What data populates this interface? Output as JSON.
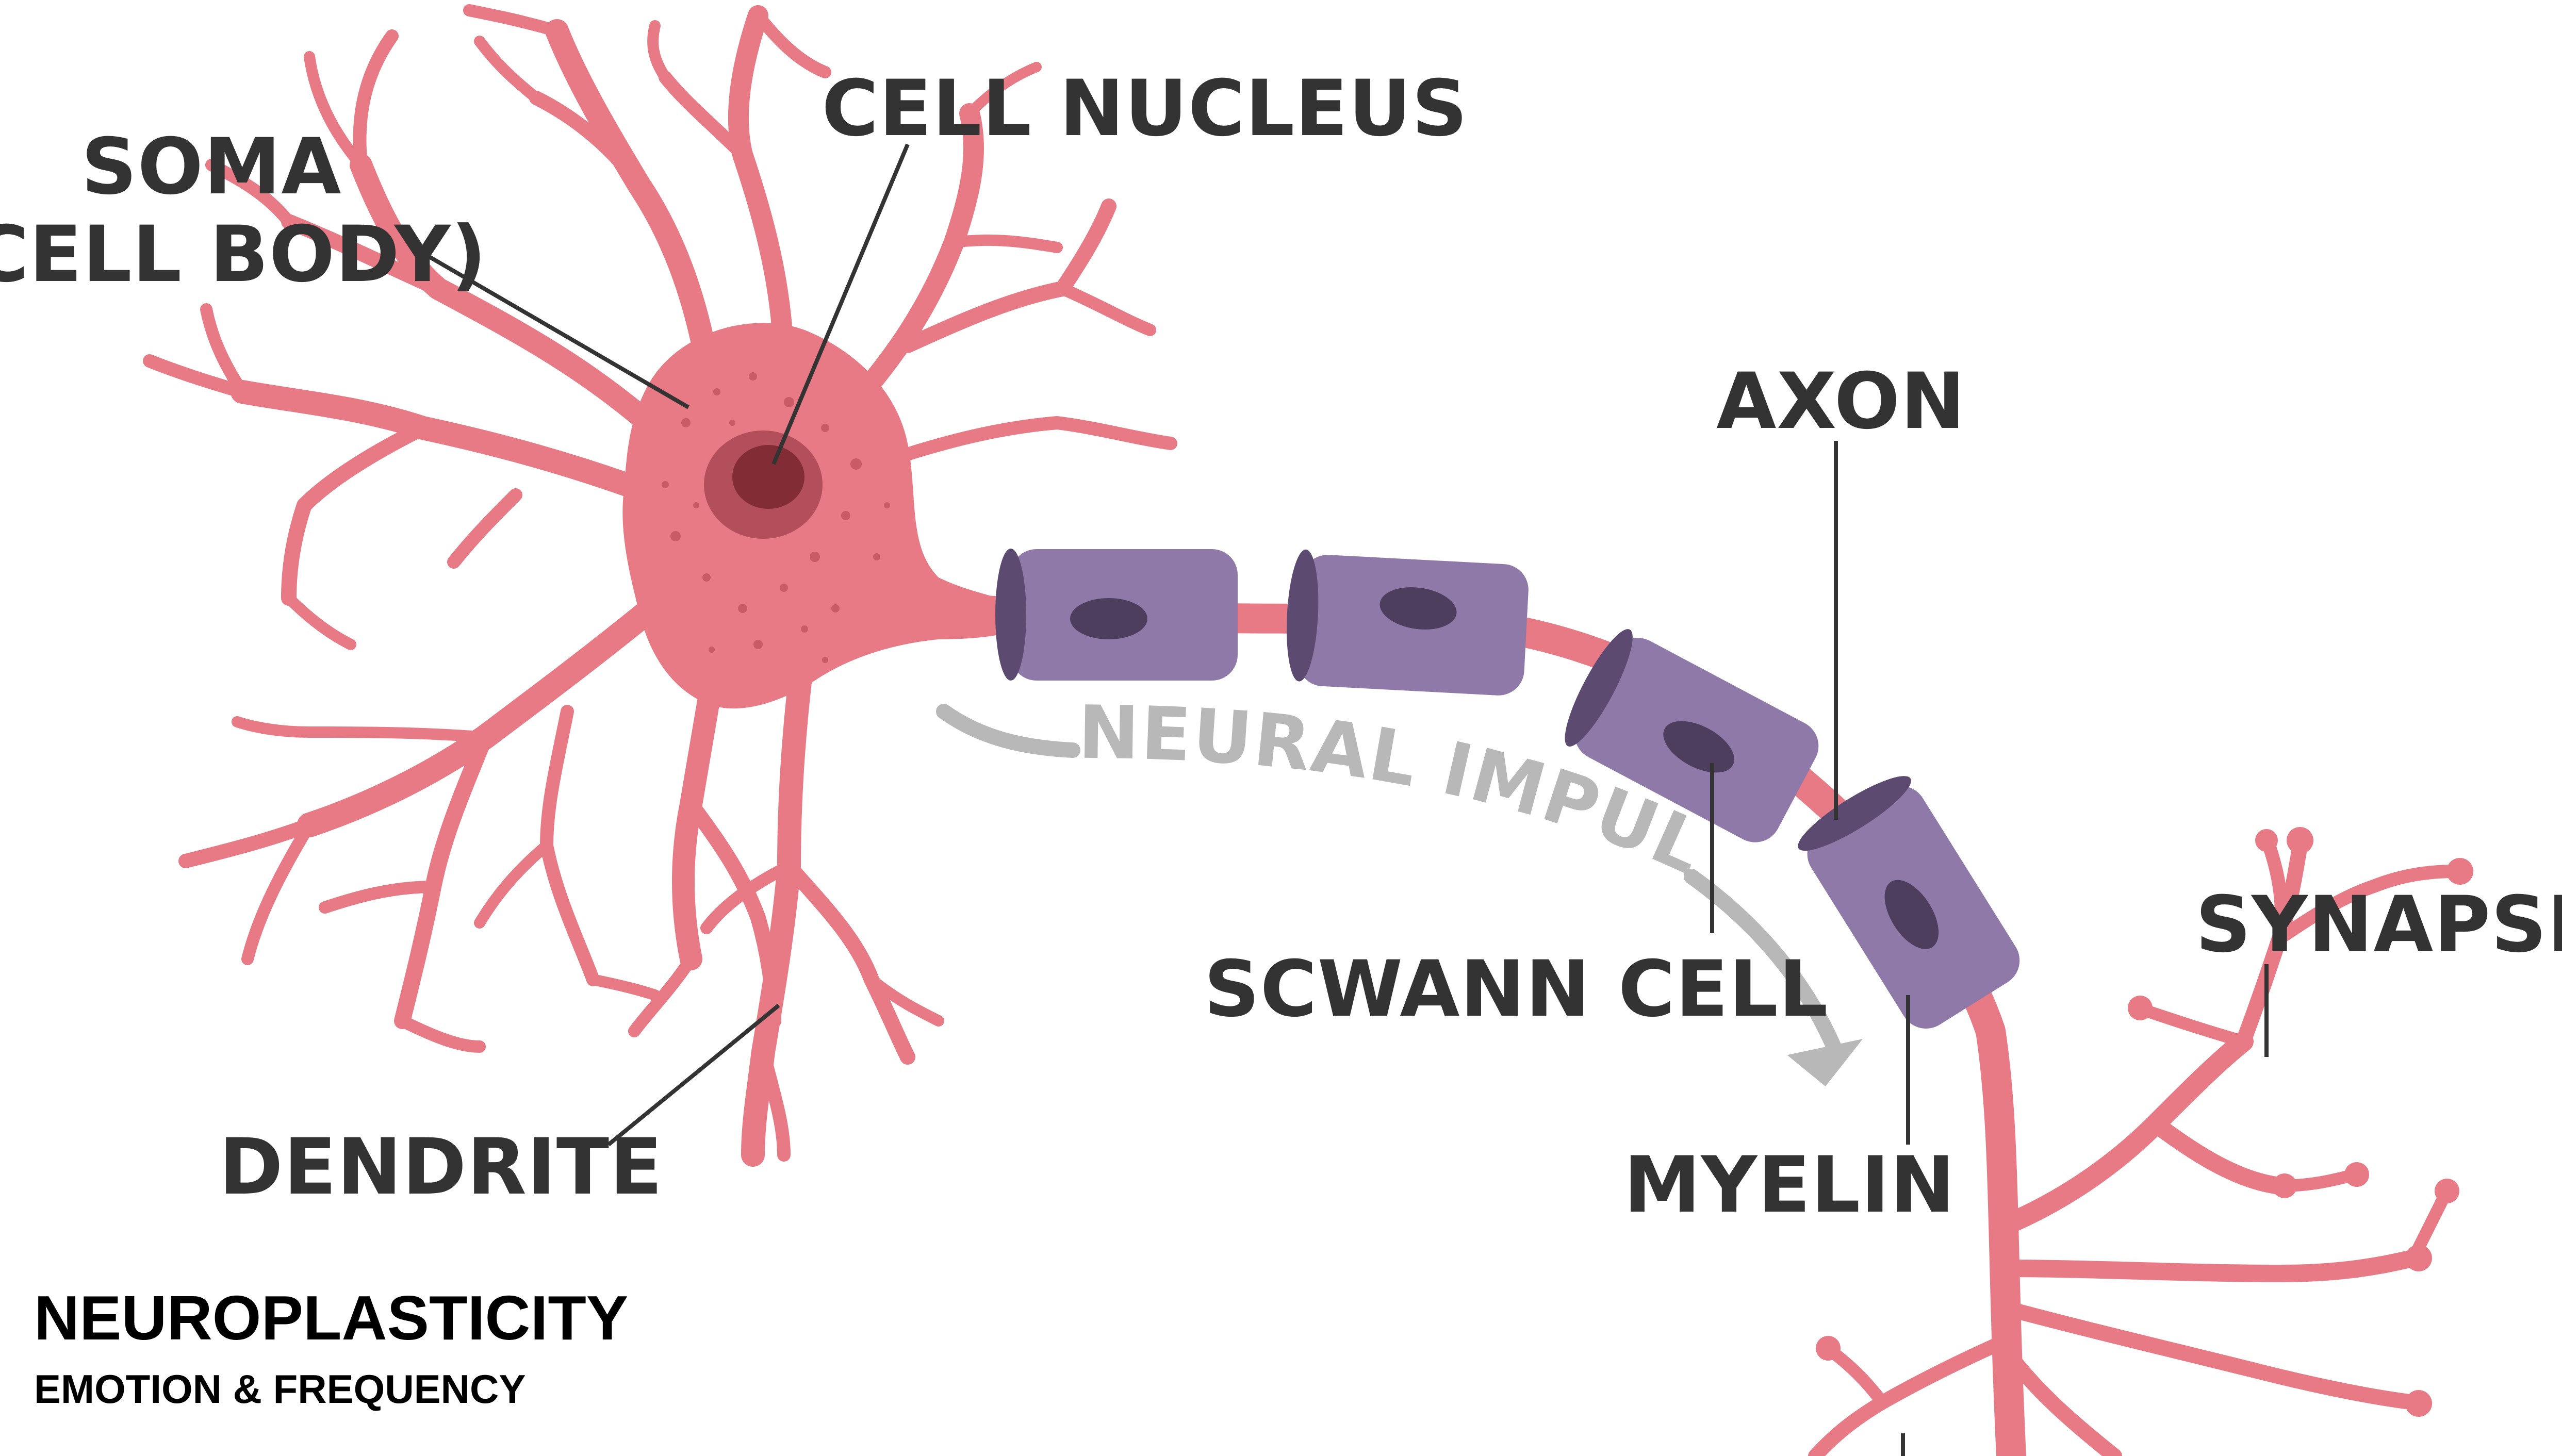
{
  "diagram": {
    "labels": {
      "soma_line1": "SOMA",
      "soma_line2": "(CELL BODY)",
      "cell_nucleus": "CELL NUCLEUS",
      "axon": "AXON",
      "synapse": "SYNAPSE",
      "dendrite": "DENDRITE",
      "schwann_cell": "SCWANN CELL",
      "myelin": "MYELIN",
      "neural_impulse": "NEURAL IMPULSE"
    },
    "footer": {
      "title": "NEUROPLASTICITY",
      "subtitle": "EMOTION & FREQUENCY"
    }
  },
  "colors": {
    "neuron_pink": "#e87a86",
    "nucleus_outer": "#b24f5a",
    "nucleus_inner": "#822d35",
    "schwann_purple": "#8f79a8",
    "schwann_dark": "#5c4a70",
    "schwann_nucleus": "#4e3e5e",
    "label_text": "#333333",
    "impulse_gray": "#b8b8b8"
  }
}
